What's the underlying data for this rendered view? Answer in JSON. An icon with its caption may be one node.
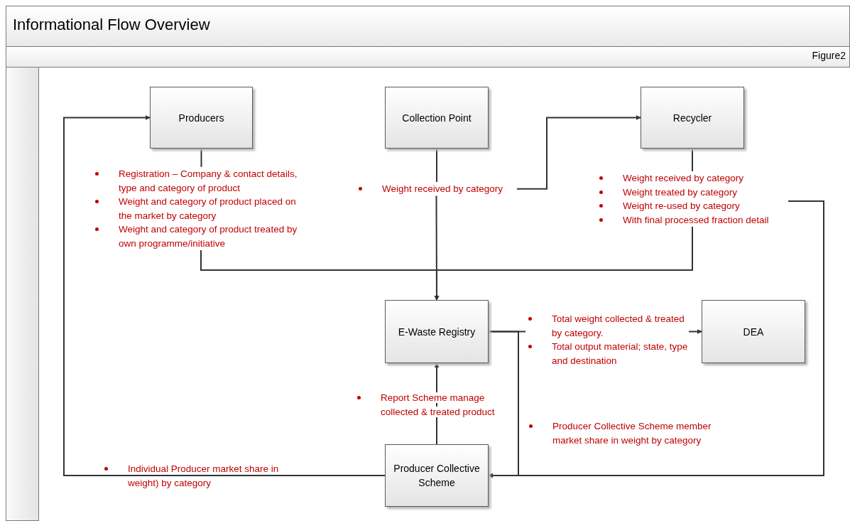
{
  "diagram": {
    "title": "Informational Flow Overview",
    "nodes": [
      {
        "text": [
          "Producers"
        ]
      },
      {
        "text": [
          "Collection Point"
        ]
      },
      {
        "text": [
          "Recycler"
        ]
      },
      {
        "text": [
          "E-Waste Registry"
        ]
      },
      {
        "text": [
          "DEA"
        ]
      },
      {
        "text": [
          "Producer Collective Scheme"
        ]
      },
      {
        "text": [
          "Weight received by category"
        ]
      },
      {
        "text": [
          "Total weight collected & treated by category.",
          "Total output material; state, type and destination"
        ]
      },
      {
        "text": [
          "Weight received by category",
          "Weight treated by category",
          "Weight re-used by category",
          "With final processed fraction detail"
        ]
      },
      {
        "text": [
          "Registration – Company & contact details, type and category of product",
          "Weight and category of product placed on the market by category",
          "Weight and category of product treated by own programme/initiative"
        ]
      }
    ],
    "edges": [
      {
        "from": 0,
        "to": 9,
        "arrow": "none"
      },
      {
        "from": 9,
        "to": 3,
        "arrow": "to"
      },
      {
        "from": 1,
        "to": 6,
        "arrow": "none"
      },
      {
        "from": 6,
        "to": 3,
        "arrow": "to"
      },
      {
        "from": 2,
        "to": 8,
        "arrow": "none"
      },
      {
        "from": 8,
        "to": 3,
        "arrow": "to"
      },
      {
        "from": 6,
        "to": 2,
        "arrow": "to"
      },
      {
        "from": 3,
        "to": 7,
        "arrow": "none"
      },
      {
        "from": 7,
        "to": 4,
        "arrow": "to"
      },
      {
        "from": 3,
        "to": 5,
        "arrow": "to"
      },
      {
        "from": 8,
        "to": 5,
        "arrow": "to"
      },
      {
        "from": 5,
        "to": 3,
        "arrow": "to",
        "label": "Report Scheme manage collected & treated product"
      },
      {
        "from": 5,
        "to": 0,
        "arrow": "to",
        "label": "Individual Producer market share in weight) by category"
      }
    ],
    "labels": [
      "Figure2",
      "Producer Collective Scheme member market share in weight by category"
    ]
  }
}
